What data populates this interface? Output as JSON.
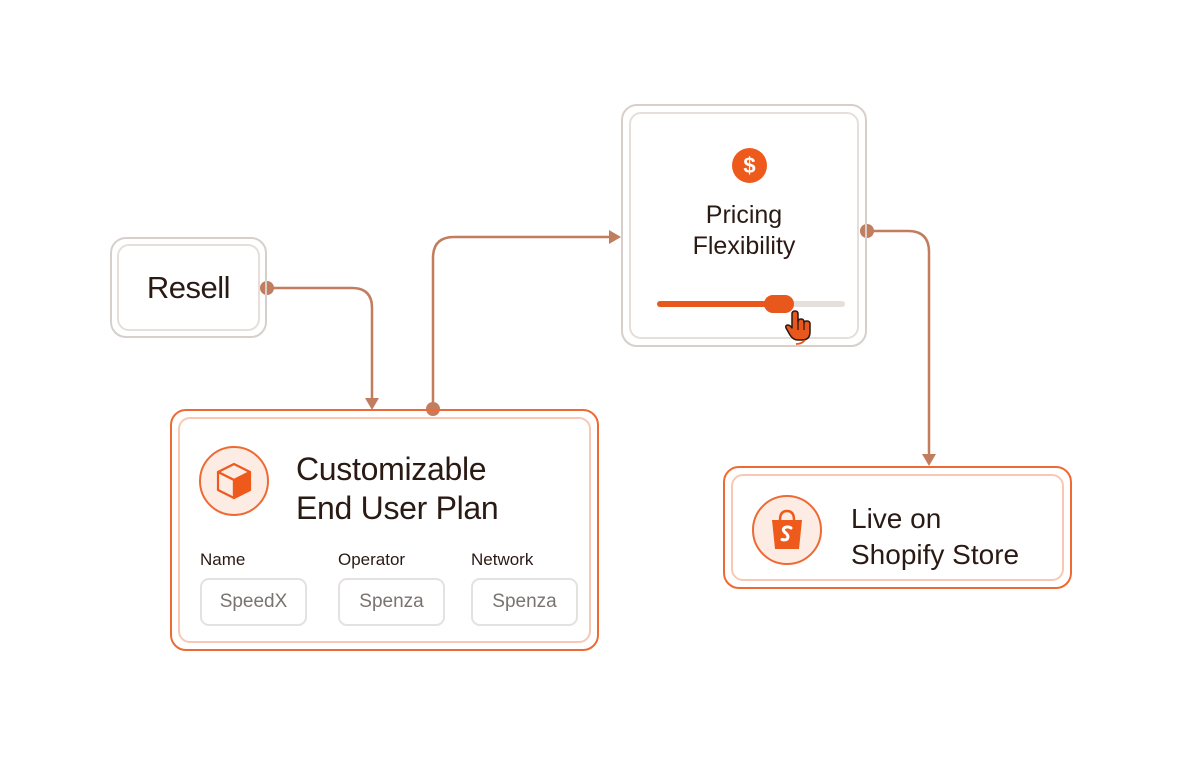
{
  "nodes": {
    "resell": {
      "label": "Resell"
    },
    "pricing": {
      "title_line1": "Pricing",
      "title_line2": "Flexibility",
      "icon": "dollar-icon",
      "icon_glyph": "$",
      "slider_value_fraction": 0.65
    },
    "custom": {
      "title_line1": "Customizable",
      "title_line2": "End User Plan",
      "icon": "box-icon",
      "fields": [
        {
          "label": "Name",
          "value": "SpeedX"
        },
        {
          "label": "Operator",
          "value": "Spenza"
        },
        {
          "label": "Network",
          "value": "Spenza"
        }
      ]
    },
    "shopify": {
      "title_line1": "Live on",
      "title_line2": "Shopify Store",
      "icon": "shopify-bag-icon",
      "icon_glyph": "S"
    }
  },
  "colors": {
    "accent": "#e8571c",
    "connector": "#c27d5f",
    "neutral_border": "#d8cfcb",
    "text": "#2a1a14"
  }
}
